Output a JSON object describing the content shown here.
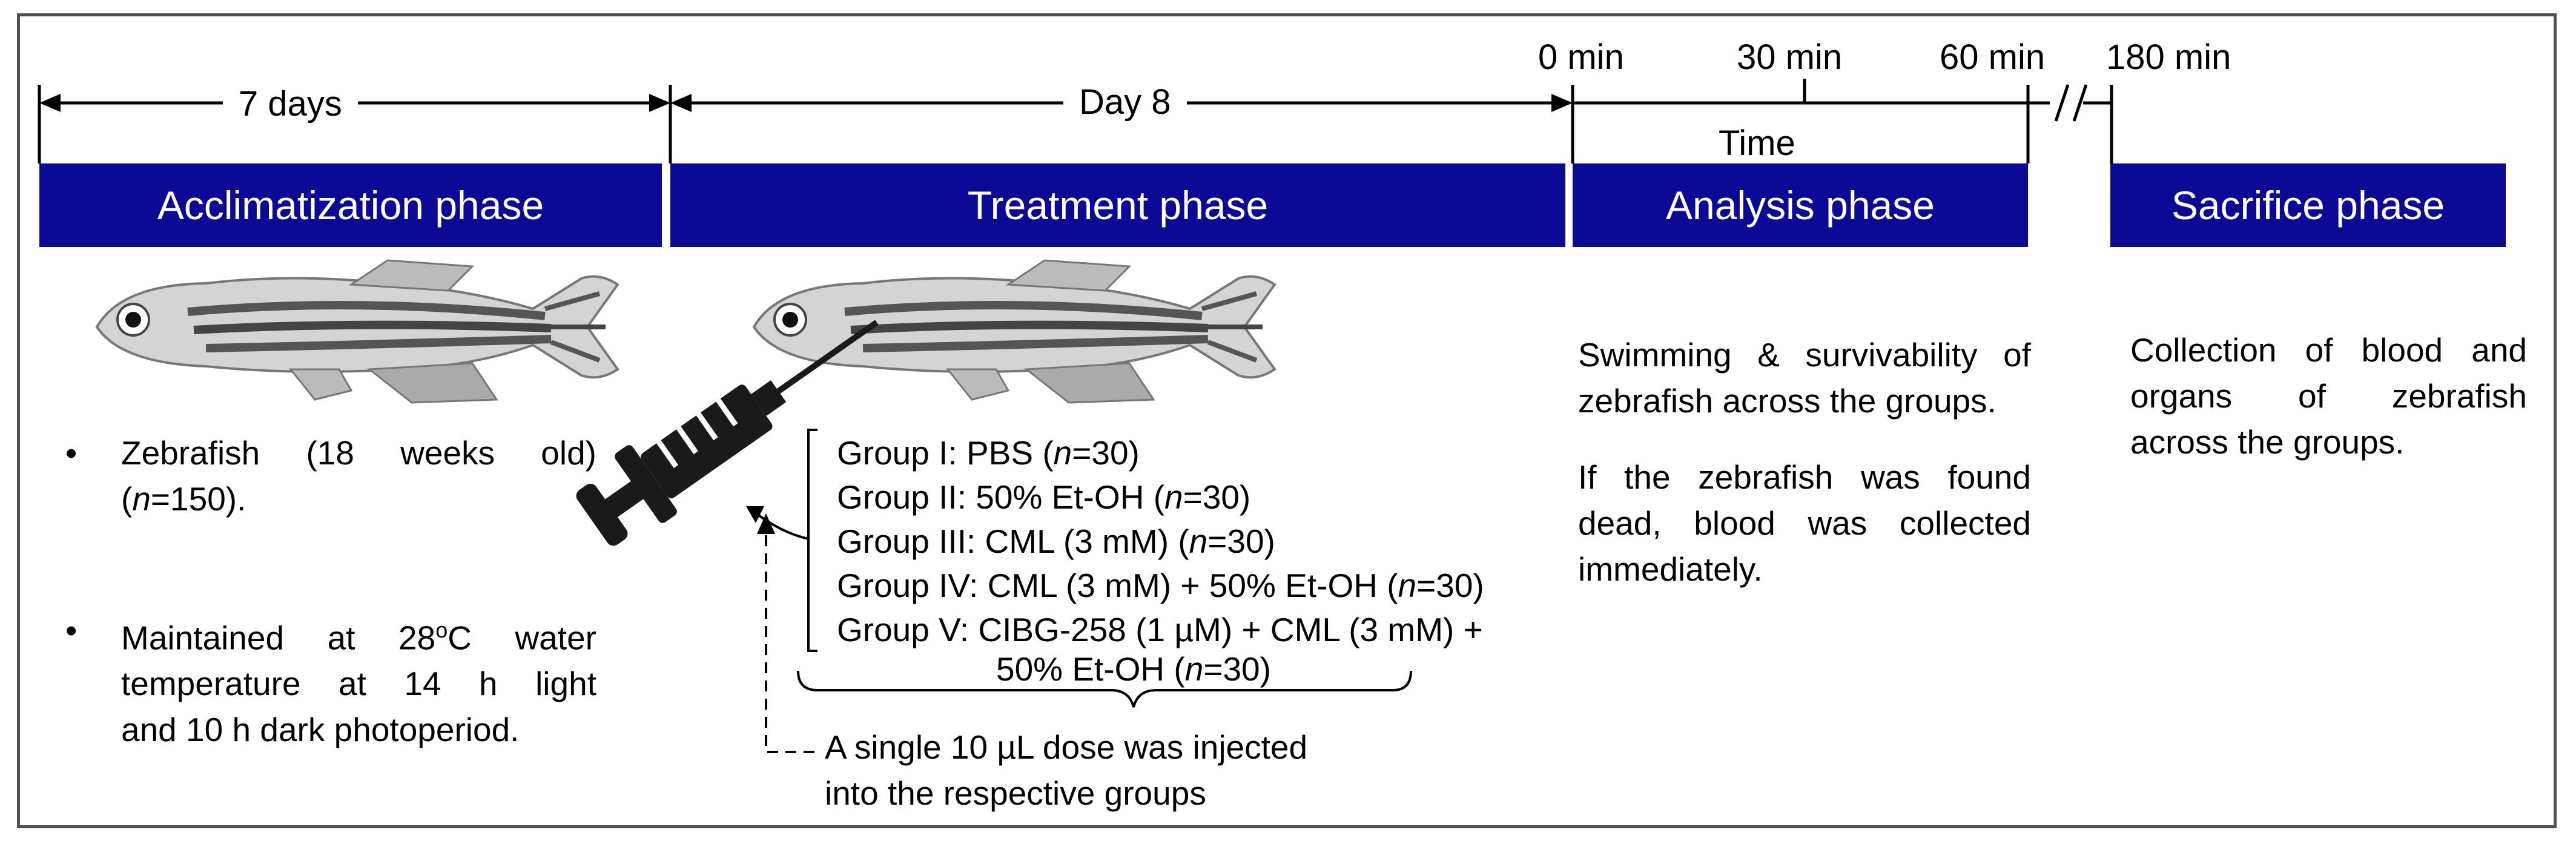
{
  "timeline": {
    "acclimatization_duration": "7 days",
    "treatment_duration": "Day 8",
    "time_ticks": [
      "0 min",
      "30 min",
      "60 min",
      "180 min"
    ],
    "time_axis_label": "Time",
    "break_mark": "//"
  },
  "phases": [
    {
      "label": "Acclimatization phase"
    },
    {
      "label": "Treatment phase"
    },
    {
      "label": "Analysis phase"
    },
    {
      "label": "Sacrifice phase"
    }
  ],
  "acclimatization": {
    "bullet_symbol": "•",
    "bullet1_line1": "Zebrafish (18 weeks old)",
    "bullet1_line2_n": "n",
    "bullet1_line2_rest": "=150).",
    "bullet1_line2_open": "(",
    "bullet2_line1_pre": "Maintained at 28",
    "bullet2_line1_sup": "o",
    "bullet2_line1_post": "C water",
    "bullet2_line2": "temperature at 14 h light",
    "bullet2_line3": "and 10 h dark photoperiod."
  },
  "treatment": {
    "groups": [
      {
        "label": "Group I: PBS (",
        "n": "n",
        "value": "=30)"
      },
      {
        "label": "Group II: 50% Et-OH (",
        "n": "n",
        "value": "=30)"
      },
      {
        "label": "Group III: CML (3 mM) (",
        "n": "n",
        "value": "=30)"
      },
      {
        "label": "Group IV: CML (3 mM) + 50% Et-OH (",
        "n": "n",
        "value": "=30)"
      },
      {
        "label": "Group V: CIBG-258 (1 µM) + CML (3 mM) +",
        "n": "",
        "value": ""
      }
    ],
    "group5_line2_pre": "50% Et-OH (",
    "group5_line2_n": "n",
    "group5_line2_post": "=30)",
    "injection_note_line1": "A single 10 µL dose was injected",
    "injection_note_line2": "into the respective groups"
  },
  "analysis": {
    "para1_line1": "Swimming & survivability of",
    "para1_line2": "zebrafish across the groups.",
    "para2_line1": "If the zebrafish was found",
    "para2_line2": "dead, blood was collected",
    "para2_line3": "immediately."
  },
  "sacrifice": {
    "line1": "Collection of blood and",
    "line2": "organs of zebrafish",
    "line3": "across the groups."
  },
  "colors": {
    "phase_bar": "#0a0a96",
    "frame": "#505050",
    "syringe": "#1a1a1a"
  },
  "icons": [
    "zebrafish-icon",
    "syringe-icon"
  ]
}
